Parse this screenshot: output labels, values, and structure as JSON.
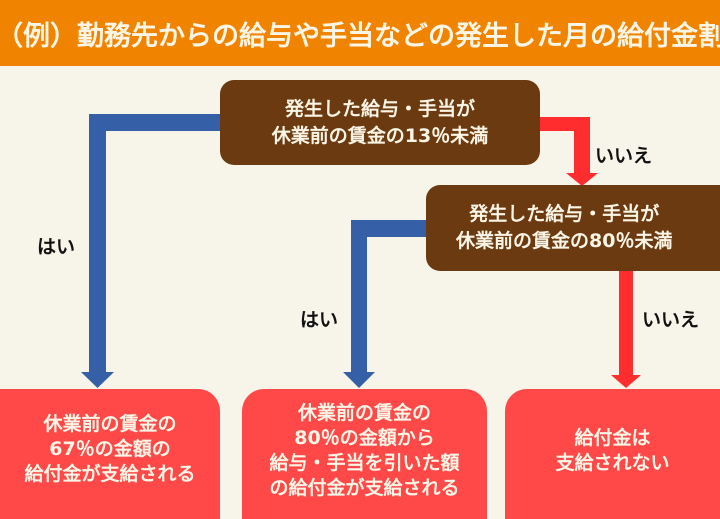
{
  "header": {
    "title": "（例）勤務先からの給与や手当などの発生した月の給付金割合"
  },
  "colors": {
    "header_bg": "#F08300",
    "page_bg": "#F7F4E9",
    "decision_bg": "#6B3A10",
    "yes_arrow": "#3560A8",
    "no_arrow": "#FF2D2D",
    "result_bg": "#FF4848"
  },
  "decisions": [
    {
      "lines": [
        "発生した給与・手当が",
        "休業前の賃金の13％未満"
      ]
    },
    {
      "lines": [
        "発生した給与・手当が",
        "休業前の賃金の80％未満"
      ]
    }
  ],
  "branch_labels": {
    "yes_1": "はい",
    "no_1": "いいえ",
    "yes_2": "はい",
    "no_2": "いいえ"
  },
  "results": [
    {
      "lines": [
        "休業前の賃金の",
        "67％の金額の",
        "給付金が支給される"
      ]
    },
    {
      "lines": [
        "休業前の賃金の",
        "80％の金額から",
        "給与・手当を引いた額",
        "の給付金が支給される"
      ]
    },
    {
      "lines": [
        "給付金は",
        "支給されない"
      ]
    }
  ]
}
